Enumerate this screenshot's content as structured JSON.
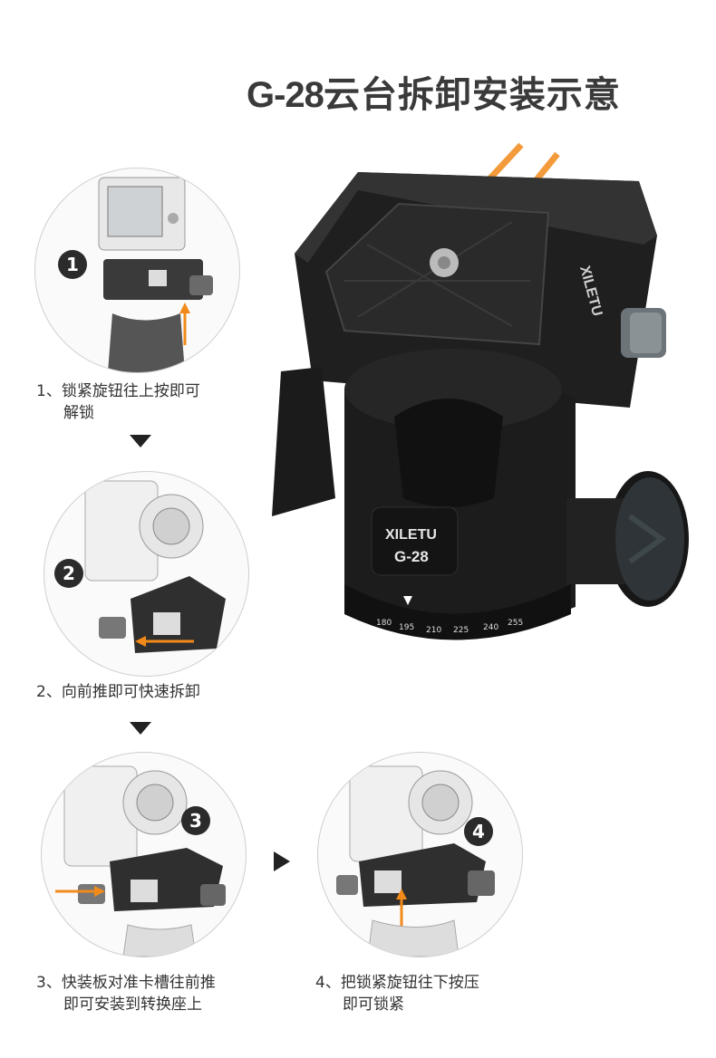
{
  "title": {
    "model": "G-28",
    "text": "云台拆卸安装示意"
  },
  "colors": {
    "accent": "#f28a1a",
    "badge": "#2b2b2b",
    "product": "#1c1c1c"
  },
  "product": {
    "brand_top": "XILETU",
    "brand_body": "XILETU",
    "model_label": "G-28",
    "scale_marks": [
      "180",
      "195",
      "210",
      "225",
      "240",
      "255"
    ]
  },
  "steps": [
    {
      "number": "1",
      "line1": "1、锁紧旋钮往上按即可",
      "line2": "解锁"
    },
    {
      "number": "2",
      "line1": "2、向前推即可快速拆卸",
      "line2": ""
    },
    {
      "number": "3",
      "line1": "3、快装板对准卡槽往前推",
      "line2": "即可安装到转换座上"
    },
    {
      "number": "4",
      "line1": "4、把锁紧旋钮往下按压",
      "line2": "即可锁紧"
    }
  ]
}
